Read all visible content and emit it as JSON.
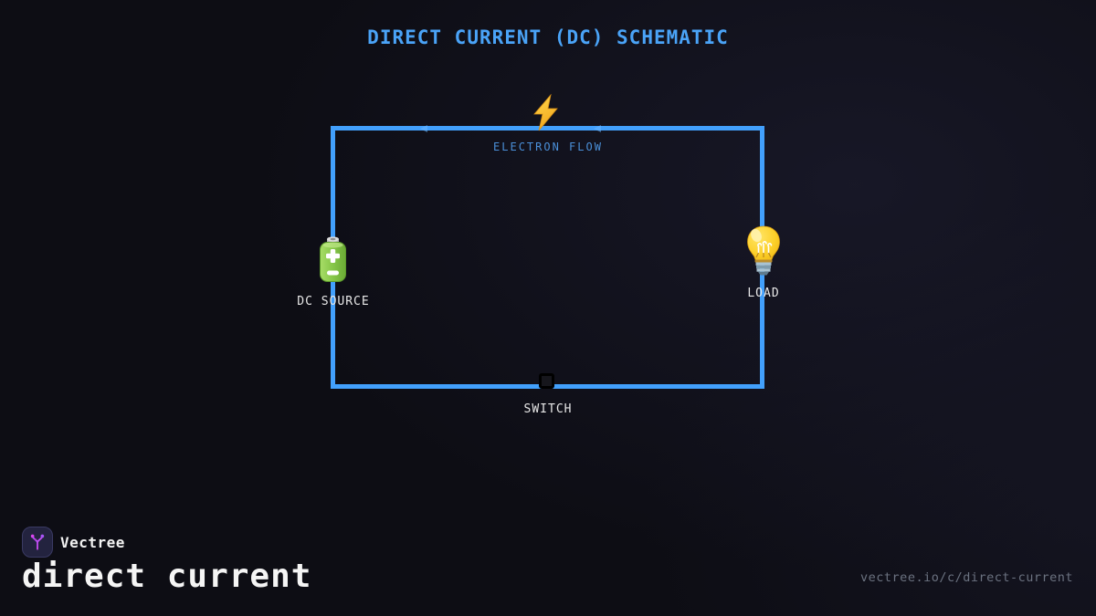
{
  "title": "DIRECT CURRENT (DC) SCHEMATIC",
  "diagram": {
    "flow_label": "ELECTRON FLOW",
    "dc_source_label": "DC SOURCE",
    "load_label": "LOAD",
    "switch_label": "SWITCH",
    "icons": {
      "flow": "lightning-bolt-icon",
      "dc_source": "battery-icon",
      "load": "light-bulb-icon",
      "switch": "square-switch-icon"
    }
  },
  "colors": {
    "background": "#0d0d14",
    "wire_blue": "#42a0fc",
    "title_blue": "#4aa3f7",
    "flow_text_blue": "#4a8fd8",
    "label_white": "#e8e8e8",
    "url_gray": "#6b7280",
    "logo_purple": "#a855f7",
    "logo_magenta": "#d946ef"
  },
  "footer": {
    "brand": "Vectree",
    "topic": "direct current",
    "url": "vectree.io/c/direct-current"
  }
}
